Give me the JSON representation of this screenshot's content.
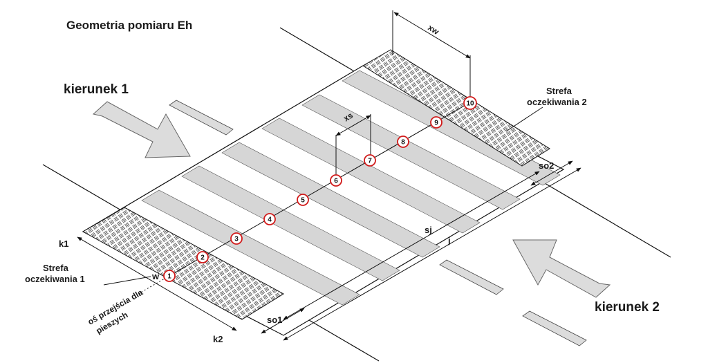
{
  "title": "Geometria pomiaru Eh",
  "directions": {
    "dir1": "kierunek 1",
    "dir2": "kierunek 2"
  },
  "zones": {
    "zone1_line1": "Strefa",
    "zone1_line2": "oczekiwania 1",
    "zone2_line1": "Strefa",
    "zone2_line2": "oczekiwania 2"
  },
  "axis_label": {
    "line1": "oś przejścia dla",
    "line2": "pieszych"
  },
  "dimensions": {
    "xw": "xw",
    "xs": "xs",
    "so1": "so1",
    "so2": "so2",
    "sj": "sj",
    "j": "j",
    "k1": "k1",
    "k2": "k2",
    "w": "w"
  },
  "points": [
    "1",
    "2",
    "3",
    "4",
    "5",
    "6",
    "7",
    "8",
    "9",
    "10"
  ],
  "colors": {
    "stripe": "#d6d6d6",
    "arrow": "#dcdcdc",
    "point": "#d11a1a",
    "line": "#111111"
  }
}
